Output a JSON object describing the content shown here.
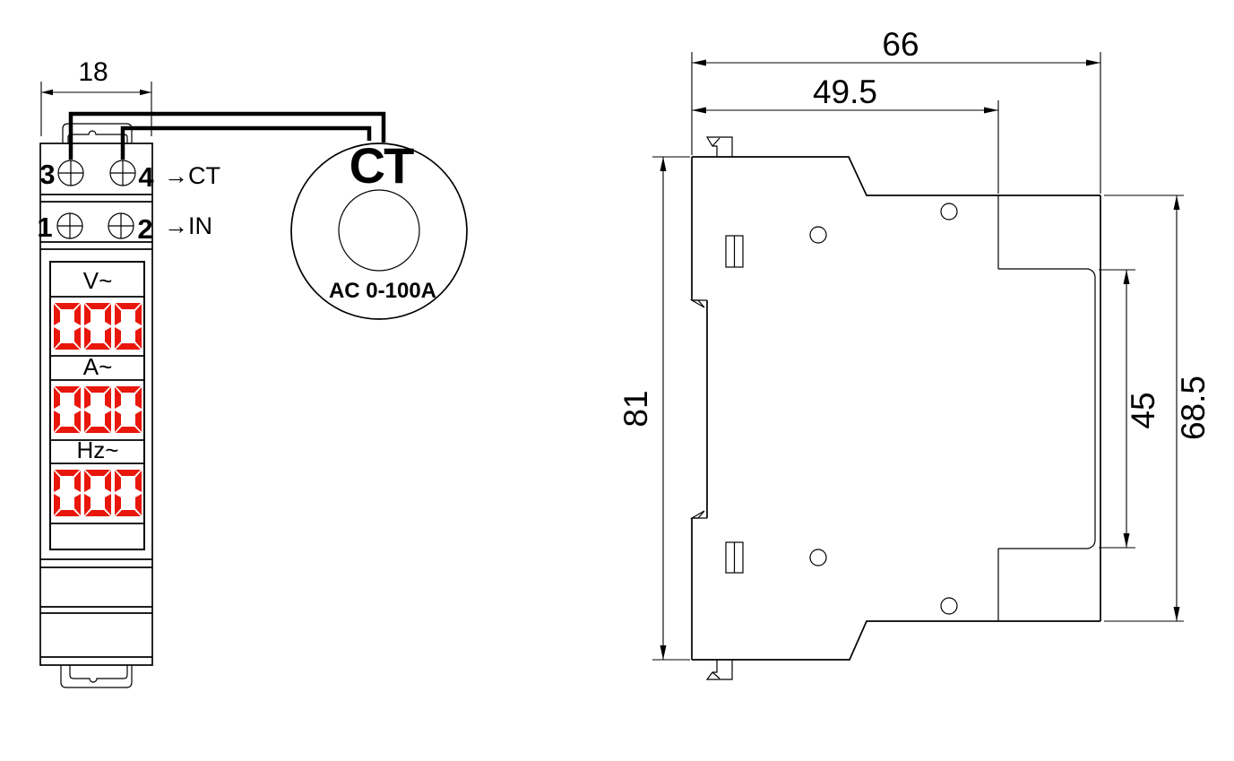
{
  "colors": {
    "segment_red": "#e9160c",
    "line": "#000000",
    "background": "#ffffff"
  },
  "front_view": {
    "width_dim": "18",
    "terminals": {
      "top_left": "3",
      "top_right": "4",
      "bottom_left": "1",
      "bottom_right": "2"
    },
    "ct_row_label": "→CT",
    "in_row_label": "→IN",
    "displays": [
      {
        "label": "V~",
        "value": "000"
      },
      {
        "label": "A~",
        "value": "000"
      },
      {
        "label": "Hz~",
        "value": "000"
      }
    ]
  },
  "ct_ring": {
    "title": "CT",
    "rating": "AC 0-100A"
  },
  "side_view": {
    "total_depth_dim": "66",
    "rail_depth_dim": "49.5",
    "body_height_dim": "81",
    "face_height_dim": "45",
    "front_height_dim": "68.5"
  }
}
